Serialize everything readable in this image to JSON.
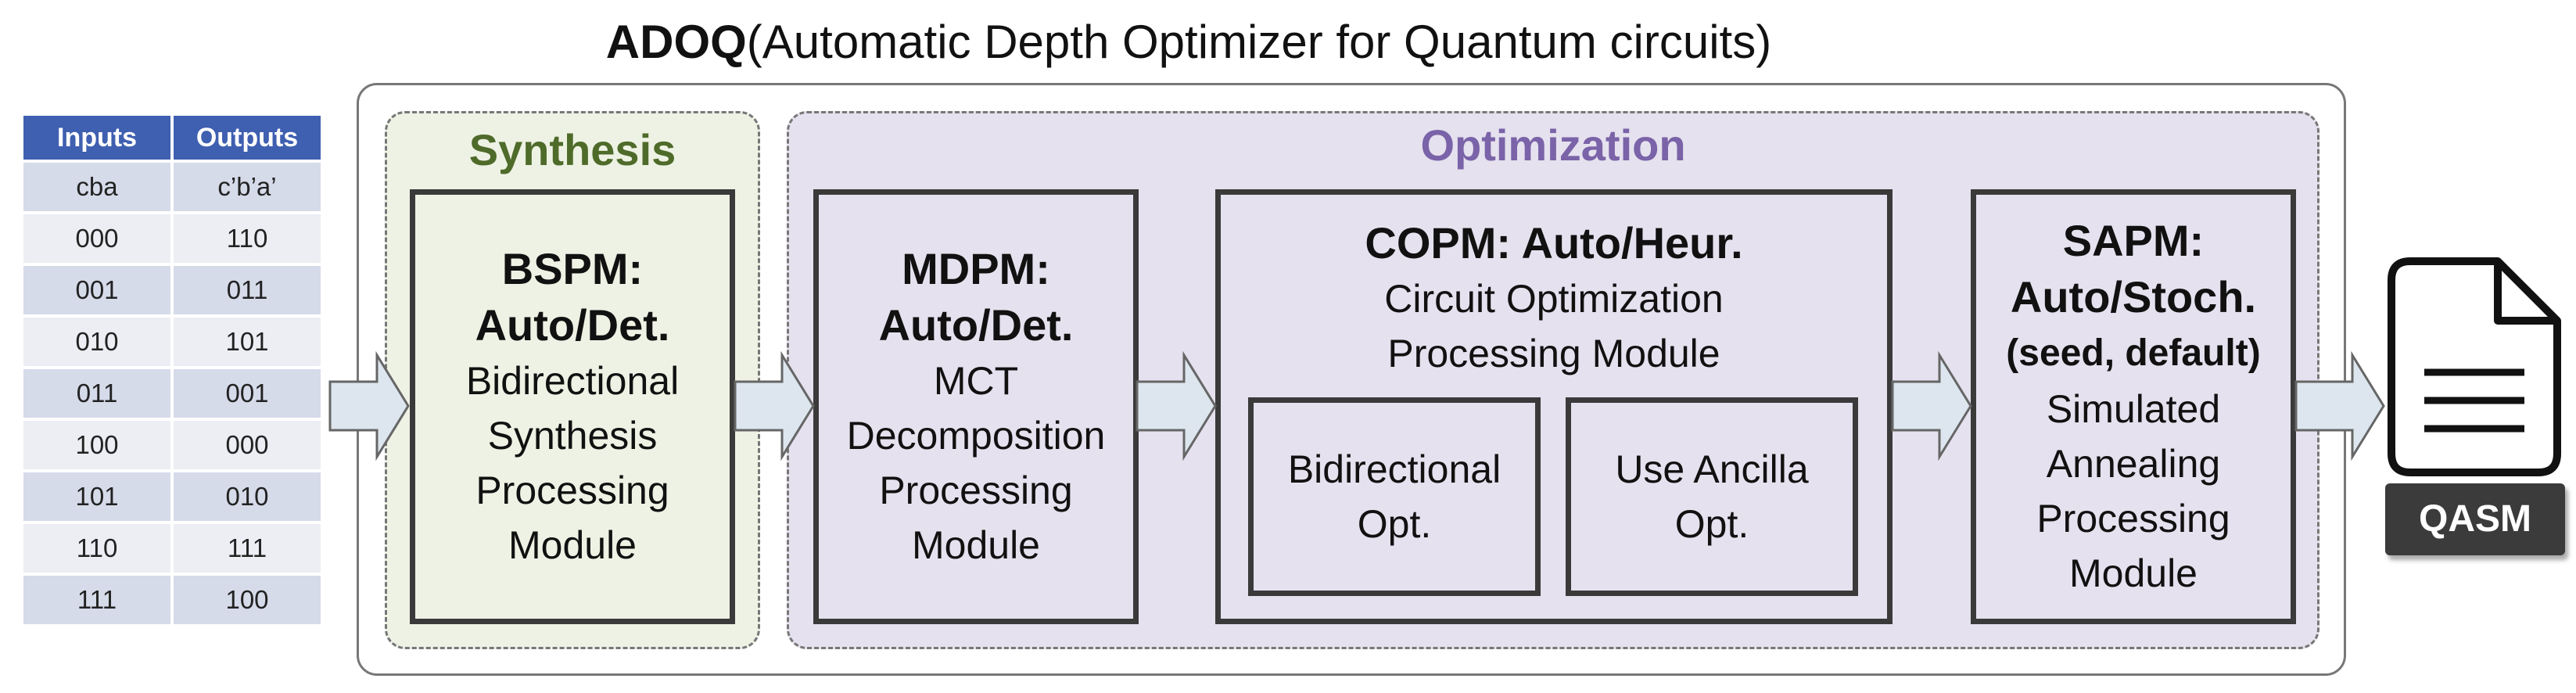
{
  "title": {
    "bold": "ADOQ",
    "rest": "(Automatic Depth Optimizer for Quantum circuits)"
  },
  "truth_table": {
    "headers": [
      "Inputs",
      "Outputs"
    ],
    "rows": [
      [
        "cba",
        "c’b’a’"
      ],
      [
        "000",
        "110"
      ],
      [
        "001",
        "011"
      ],
      [
        "010",
        "101"
      ],
      [
        "011",
        "001"
      ],
      [
        "100",
        "000"
      ],
      [
        "101",
        "010"
      ],
      [
        "110",
        "111"
      ],
      [
        "111",
        "100"
      ]
    ]
  },
  "groups": {
    "synthesis": "Synthesis",
    "optimization": "Optimization"
  },
  "modules": {
    "bspm": {
      "name": "BSPM:\nAuto/Det.",
      "desc": "Bidirectional\nSynthesis\nProcessing\nModule"
    },
    "mdpm": {
      "name": "MDPM:\nAuto/Det.",
      "desc": "MCT\nDecomposition\nProcessing\nModule"
    },
    "copm": {
      "name": "COPM: Auto/Heur.",
      "desc": "Circuit Optimization\nProcessing Module",
      "sub": [
        "Bidirectional\nOpt.",
        "Use Ancilla\nOpt."
      ]
    },
    "sapm": {
      "name": "SAPM:\nAuto/Stoch.",
      "seed": "(seed, default)",
      "desc": "Simulated\nAnnealing\nProcessing\nModule"
    }
  },
  "output": {
    "label": "QASM",
    "icon": "document-icon"
  },
  "colors": {
    "table_header": "#3f5fb0",
    "synthesis_bg": "#eef2e4",
    "synthesis_title": "#4f6b2a",
    "optimization_bg": "#e5e1ee",
    "optimization_title": "#7a63a8",
    "arrow_fill": "#dde6ef"
  }
}
